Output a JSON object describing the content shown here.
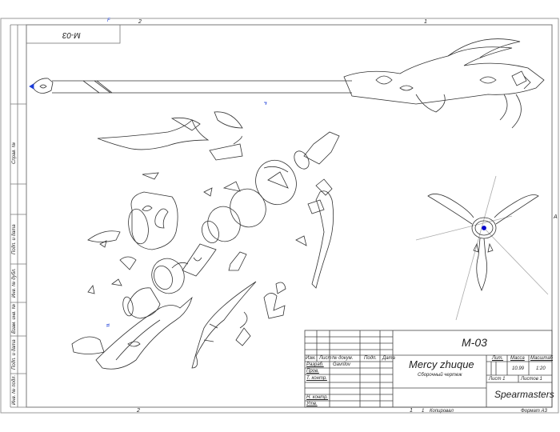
{
  "frame": {
    "zone_top_left": "2",
    "zone_top_right": "1",
    "zone_bottom_left": "2",
    "zone_bottom_right": "1",
    "zone_side": "A",
    "marker": "F",
    "inverted_code": "M-03"
  },
  "side_strip": {
    "labels": [
      "Справ. №",
      "Подп. и дата",
      "Инв. № дубл.",
      "Взам. инв. №",
      "Подп. и дата",
      "Инв. № подл."
    ]
  },
  "title_block": {
    "designation": "M-03",
    "name": "Mercy zhuque",
    "doc_type": "Сборочный чертеж",
    "headers": {
      "izm": "Изм.",
      "list": "Лист",
      "doc_no": "№ докум.",
      "sign": "Подп.",
      "date": "Дата"
    },
    "roles": [
      {
        "role": "Разраб.",
        "person": "Gavrilov"
      },
      {
        "role": "Пров.",
        "person": ""
      },
      {
        "role": "Т. контр.",
        "person": ""
      },
      {
        "role": "Н. контр.",
        "person": ""
      },
      {
        "role": "Утв.",
        "person": ""
      }
    ],
    "lit_label": "Лит.",
    "mass_label": "Масса",
    "scale_label": "Масштаб",
    "mass": "10.99",
    "scale": "1:20",
    "sheet": "Лист 1",
    "sheets": "Листов 1",
    "organization": "Spearmasters",
    "copied_label": "Копировал",
    "copied_num": "1",
    "format": "Формат А3"
  }
}
